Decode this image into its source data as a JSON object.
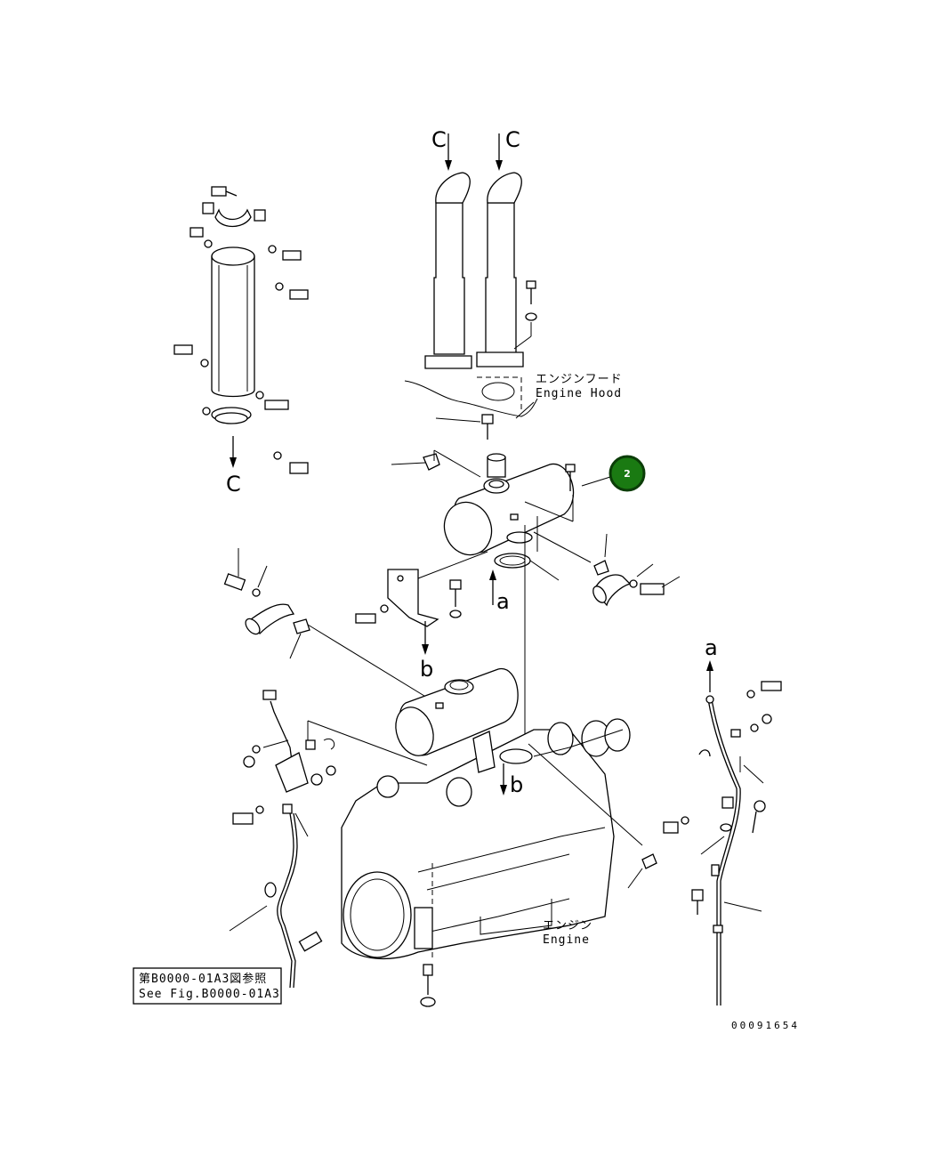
{
  "labels": {
    "hood_jp": "エンジンフード",
    "hood_en": "Engine Hood",
    "engine_jp": "エンジン",
    "engine_en": "Engine",
    "ref_jp": "第B0000-01A3図参照",
    "ref_en": "See Fig.B0000-01A3",
    "drawing_no": "00091654",
    "callout": "2"
  },
  "view_letters": {
    "c1": "C",
    "c2": "C",
    "c3": "C",
    "a1": "a",
    "a2": "a",
    "b1": "b",
    "b2": "b"
  },
  "colors": {
    "line": "#000000",
    "callout_fill": "#1a7a12",
    "callout_ring": "#0b3d08"
  }
}
